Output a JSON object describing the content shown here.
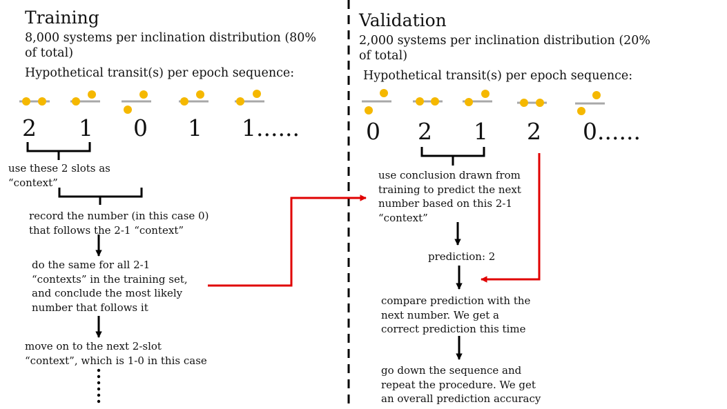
{
  "training": {
    "title": "Training",
    "description": "8,000 systems per inclination distribution (80% of total)",
    "sequence_label": "Hypothetical transit(s) per epoch sequence:",
    "sequence": [
      "2",
      "1",
      "0",
      "1",
      "1......"
    ],
    "step_context": "use these 2 slots as “context”",
    "step_record": "record the number (in this case 0) that follows the 2-1 “context”",
    "step_same": "do the same for all 2-1 “contexts” in the training set, and conclude the most likely number that follows it",
    "step_move": "move on to the next 2-slot “context”, which is 1-0 in this case"
  },
  "validation": {
    "title": "Validation",
    "description": "2,000 systems per inclination distribution (20% of total)",
    "sequence_label": "Hypothetical transit(s) per epoch sequence:",
    "sequence": [
      "0",
      "2",
      "1",
      "2",
      "0......"
    ],
    "step_use": "use conclusion drawn from training to predict the next number based on this 2-1 “context”",
    "step_prediction": "prediction: 2",
    "step_compare": "compare prediction with the next number. We get a correct prediction this time",
    "step_repeat": "go down the sequence and repeat the procedure. We get an overall prediction accuracy"
  },
  "colors": {
    "planet": "#F5B800",
    "star_line": "#A8A8A8",
    "flow_arrow": "#E00000",
    "divider": "#000000"
  }
}
